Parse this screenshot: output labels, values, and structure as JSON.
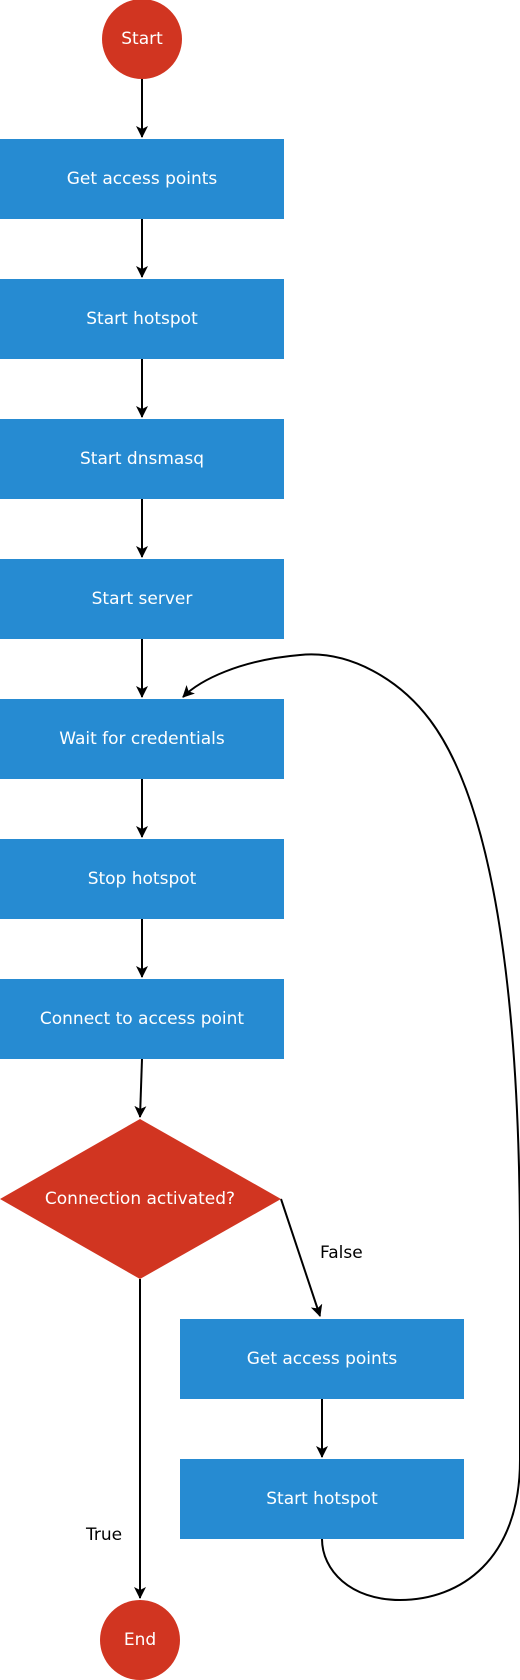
{
  "colors": {
    "process": "#268bd2",
    "terminal": "#d13521",
    "decision": "#d13521",
    "edge": "#000000",
    "text_on_shape": "#ffffff"
  },
  "nodes": {
    "start": {
      "label": "Start"
    },
    "get_access_points_1": {
      "label": "Get access points"
    },
    "start_hotspot_1": {
      "label": "Start hotspot"
    },
    "start_dnsmasq": {
      "label": "Start dnsmasq"
    },
    "start_server": {
      "label": "Start server"
    },
    "wait_for_credentials": {
      "label": "Wait for credentials"
    },
    "stop_hotspot": {
      "label": "Stop hotspot"
    },
    "connect_to_access_point": {
      "label": "Connect to access point"
    },
    "connection_activated": {
      "label": "Connection activated?"
    },
    "get_access_points_2": {
      "label": "Get access points"
    },
    "start_hotspot_2": {
      "label": "Start hotspot"
    },
    "end": {
      "label": "End"
    }
  },
  "edges": {
    "false_label": "False",
    "true_label": "True"
  }
}
